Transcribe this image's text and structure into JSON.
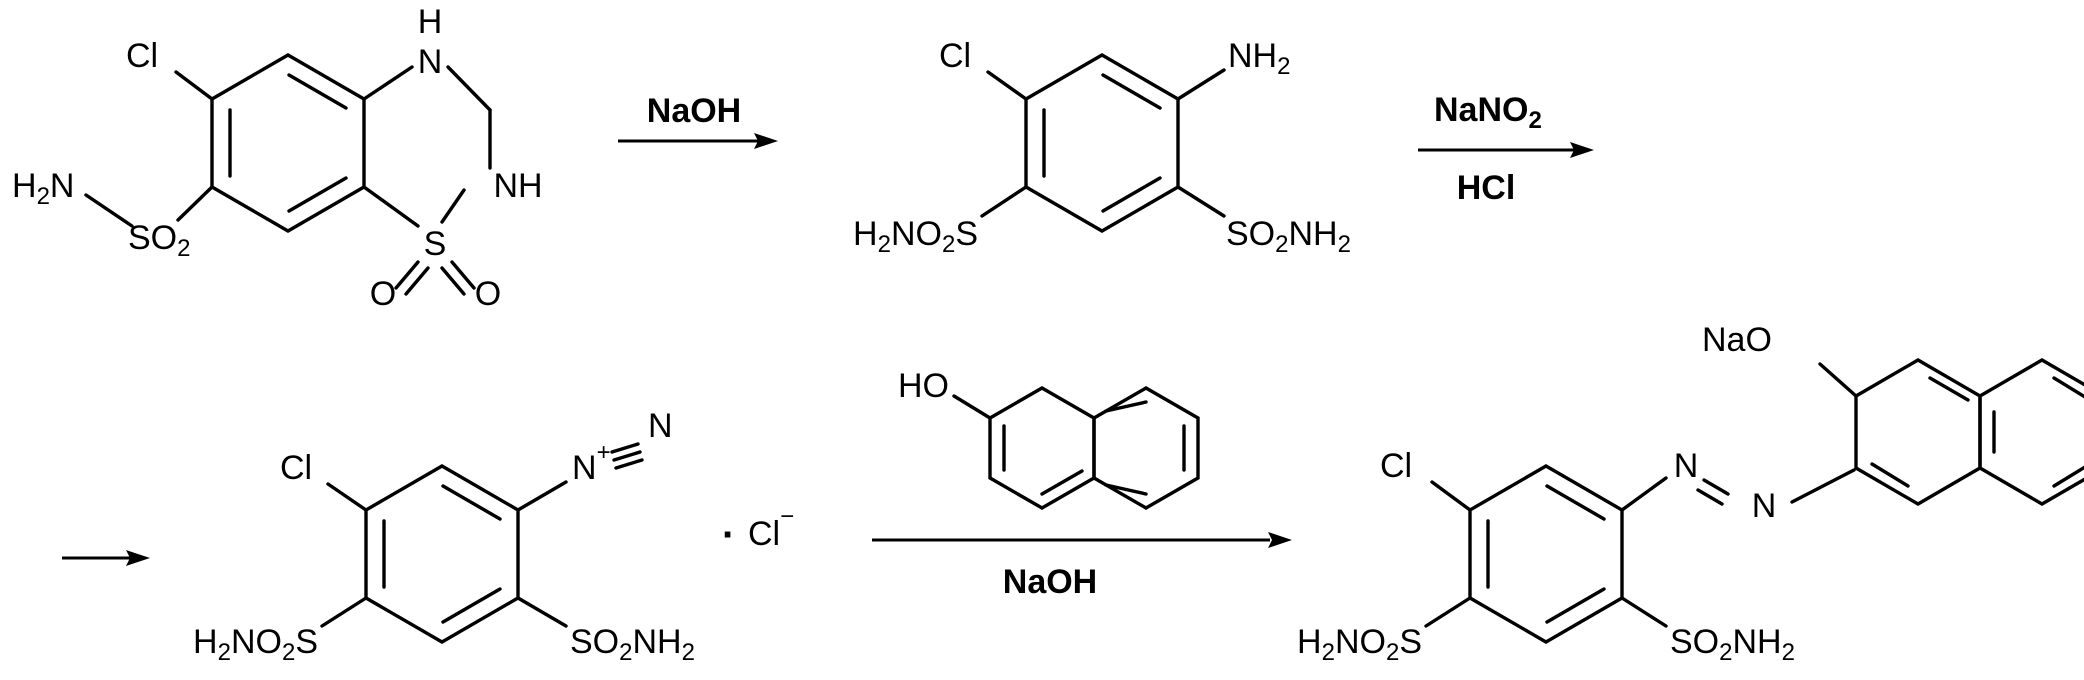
{
  "molecules": [
    {
      "id": "hydrochlorothiazide",
      "atoms": {
        "cl": "Cl",
        "nh_top": "N",
        "nh_top_h": "H",
        "nh_right": "NH",
        "s": "S",
        "o1": "O",
        "o2": "O",
        "h2n_h": "H",
        "h2n_sub": "2",
        "h2n_n": "N",
        "so2_so": "SO",
        "so2_sub": "2"
      }
    },
    {
      "id": "aminobenzenedisulfonamide",
      "atoms": {
        "cl": "Cl",
        "nh2": "NH",
        "nh2_sub": "2",
        "left_h": "H",
        "left_h_sub": "2",
        "left_no": "NO",
        "left_no_sub": "2",
        "left_s": "S",
        "right_so": "SO",
        "right_so_sub": "2",
        "right_nh": "NH",
        "right_nh_sub": "2"
      }
    },
    {
      "id": "diazonium-chloride",
      "atoms": {
        "cl": "Cl",
        "n1": "N",
        "n1_charge": "+",
        "n2": "N",
        "counter_cl": "Cl",
        "counter_charge": "−",
        "dot": "·",
        "left_h": "H",
        "left_h_sub": "2",
        "left_no": "NO",
        "left_no_sub": "2",
        "left_s": "S",
        "right_so": "SO",
        "right_so_sub": "2",
        "right_nh": "NH",
        "right_nh_sub": "2"
      }
    },
    {
      "id": "2-naphthol",
      "atoms": {
        "ho": "HO"
      }
    },
    {
      "id": "azo-product",
      "atoms": {
        "cl": "Cl",
        "n1": "N",
        "n2": "N",
        "nao": "NaO",
        "left_h": "H",
        "left_h_sub": "2",
        "left_no": "NO",
        "left_no_sub": "2",
        "left_s": "S",
        "right_so": "SO",
        "right_so_sub": "2",
        "right_nh": "NH",
        "right_nh_sub": "2"
      }
    }
  ],
  "reactions": [
    {
      "above": "NaOH",
      "below": ""
    },
    {
      "above_main": "NaNO",
      "above_sub": "2",
      "below": "HCl"
    },
    {
      "above": "",
      "below": ""
    },
    {
      "above": "",
      "below": "NaOH"
    }
  ]
}
